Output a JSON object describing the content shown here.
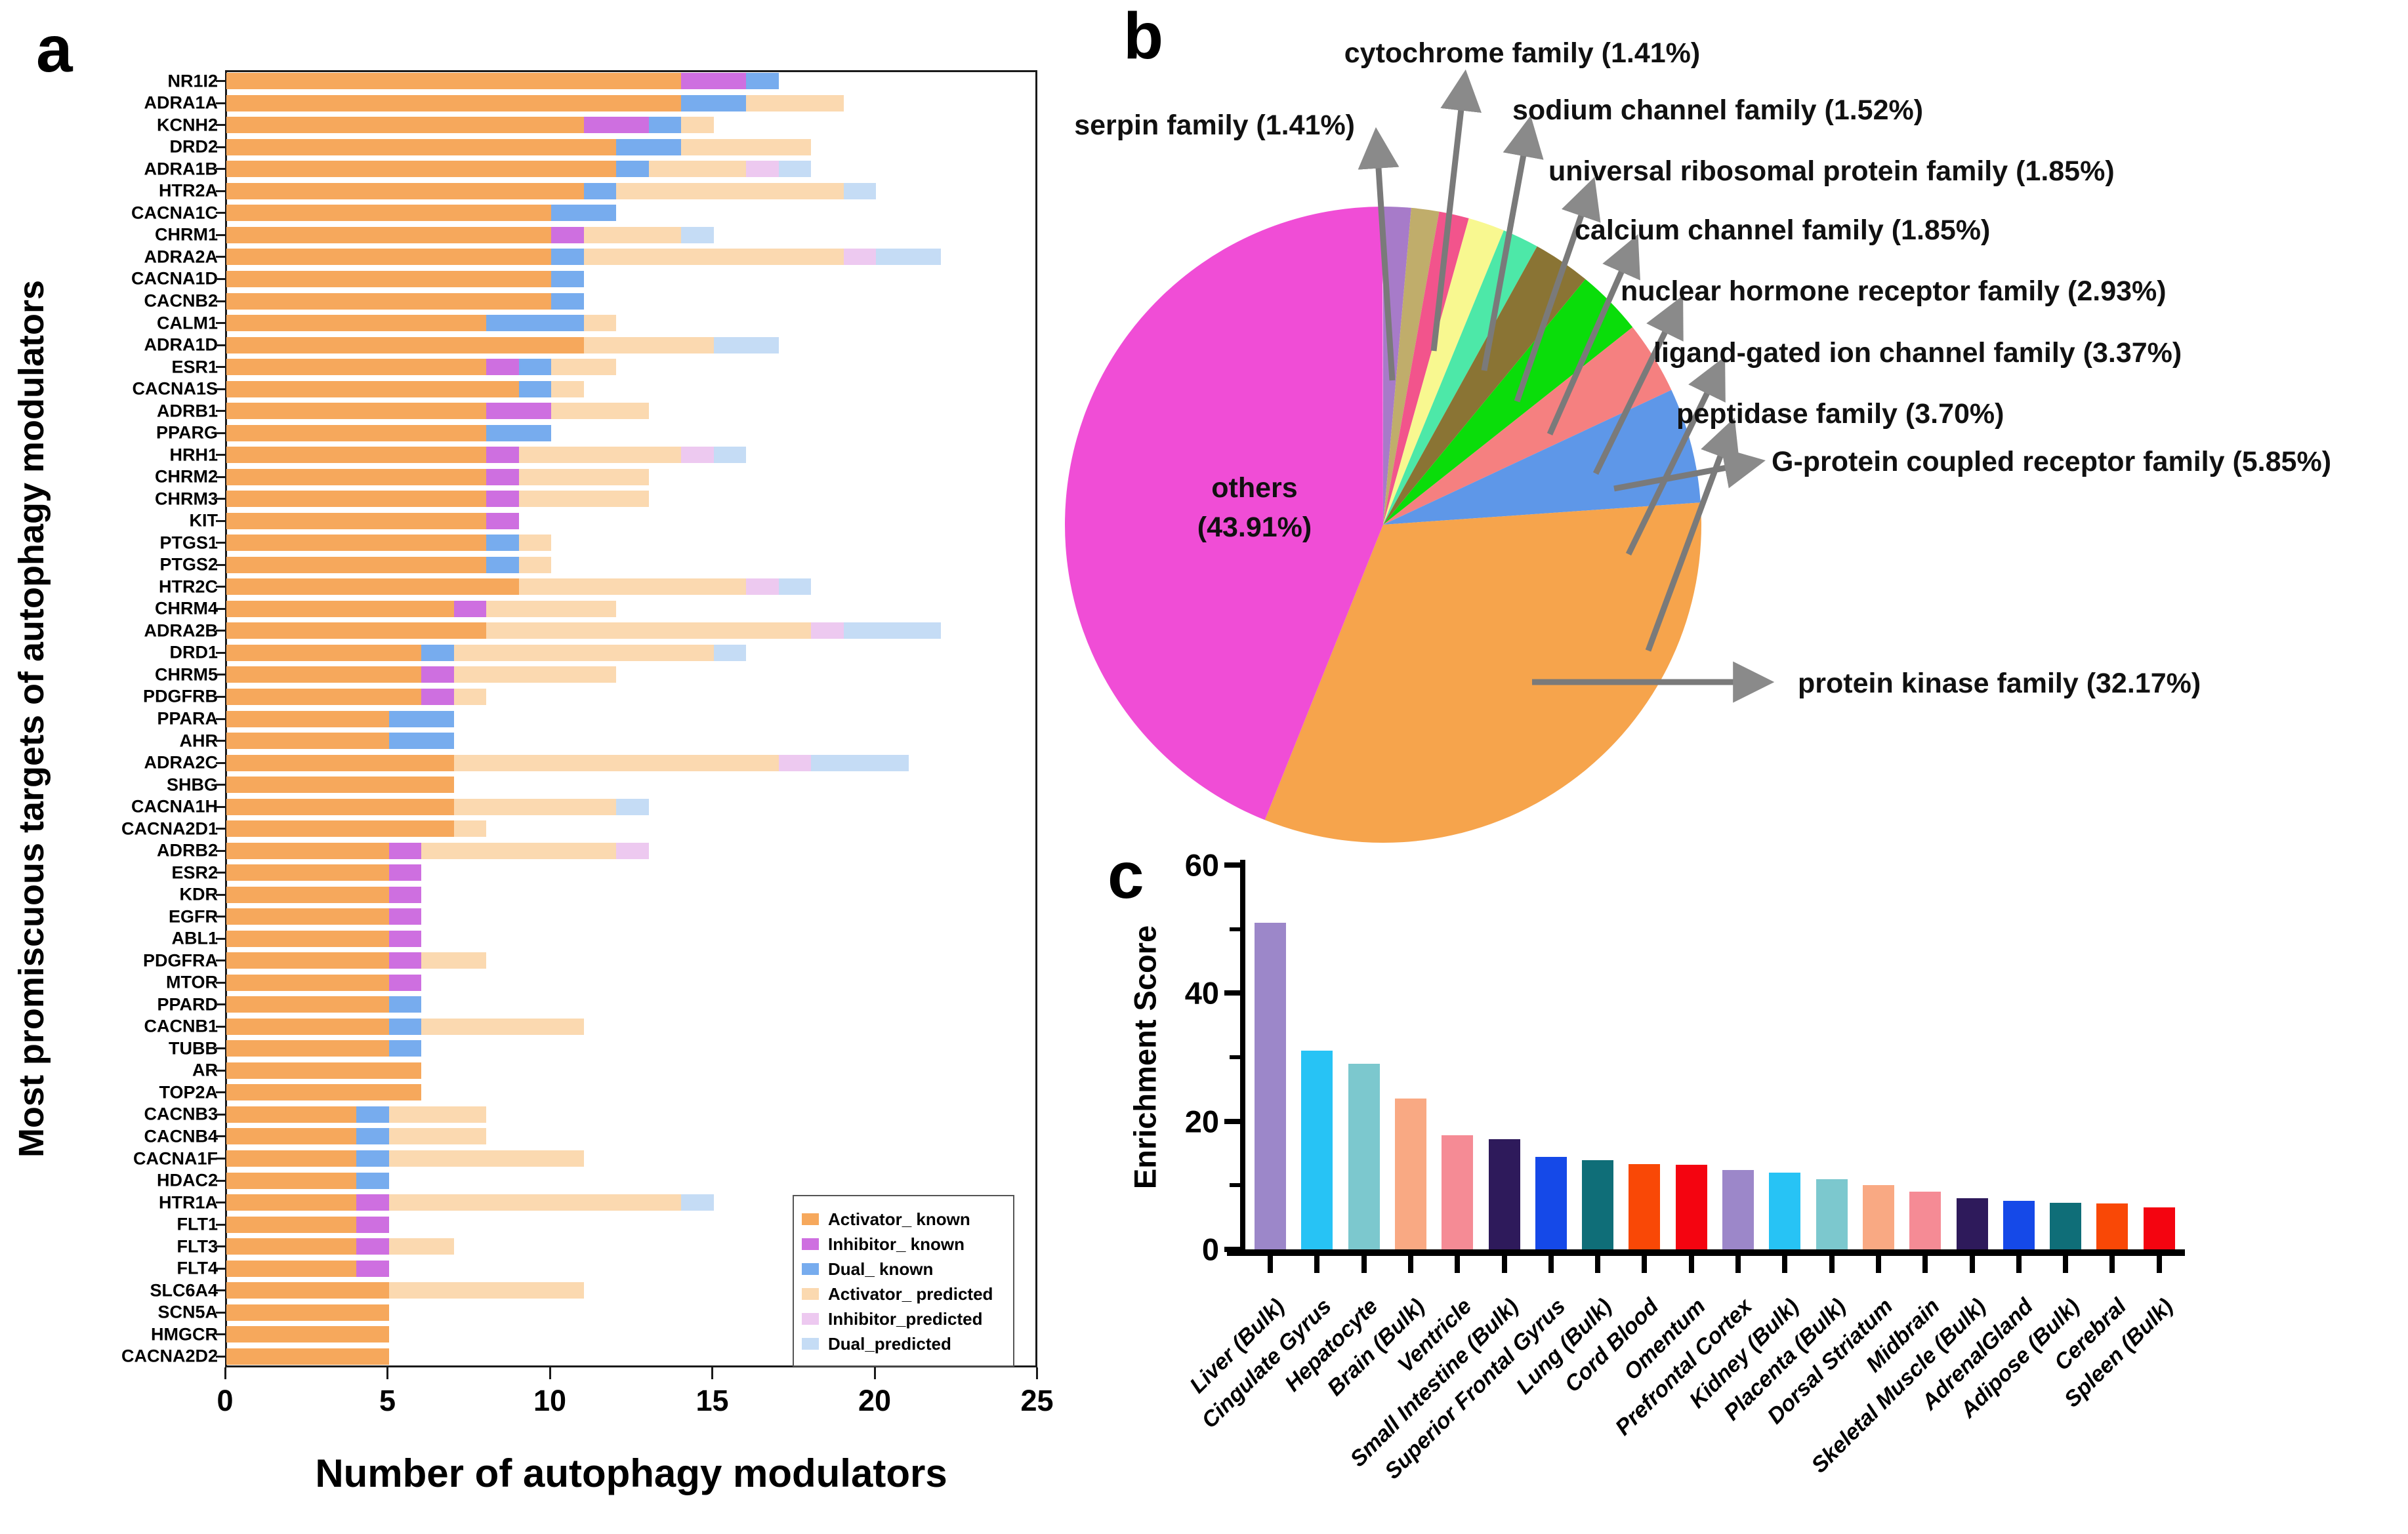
{
  "panel_letters": {
    "a": "a",
    "b": "b",
    "c": "c"
  },
  "colors": {
    "activator_known": "#f6a85c",
    "inhibitor_known": "#ce6fe0",
    "dual_known": "#77acee",
    "activator_predicted": "#fbd9b0",
    "inhibitor_predicted": "#edc9f0",
    "dual_predicted": "#c5dcf5",
    "axis": "#1a1a1a",
    "arrow_gray": "#6f6f6f"
  },
  "chart_data": [
    {
      "id": "a",
      "type": "bar",
      "orientation": "horizontal-stacked",
      "xlabel": "Number of autophagy modulators",
      "ylabel": "Most promiscuous targets of autophagy modulators",
      "xlim": [
        0,
        25
      ],
      "xticks": [
        0,
        5,
        10,
        15,
        20,
        25
      ],
      "grid": false,
      "legend_position": "lower-right-inside",
      "categories": [
        "NR1I2",
        "ADRA1A",
        "KCNH2",
        "DRD2",
        "ADRA1B",
        "HTR2A",
        "CACNA1C",
        "CHRM1",
        "ADRA2A",
        "CACNA1D",
        "CACNB2",
        "CALM1",
        "ADRA1D",
        "ESR1",
        "CACNA1S",
        "ADRB1",
        "PPARG",
        "HRH1",
        "CHRM2",
        "CHRM3",
        "KIT",
        "PTGS1",
        "PTGS2",
        "HTR2C",
        "CHRM4",
        "ADRA2B",
        "DRD1",
        "CHRM5",
        "PDGFRB",
        "PPARA",
        "AHR",
        "ADRA2C",
        "SHBG",
        "CACNA1H",
        "CACNA2D1",
        "ADRB2",
        "ESR2",
        "KDR",
        "EGFR",
        "ABL1",
        "PDGFRA",
        "MTOR",
        "PPARD",
        "CACNB1",
        "TUBB",
        "AR",
        "TOP2A",
        "CACNB3",
        "CACNB4",
        "CACNA1F",
        "HDAC2",
        "HTR1A",
        "FLT1",
        "FLT3",
        "FLT4",
        "SLC6A4",
        "SCN5A",
        "HMGCR",
        "CACNA2D2"
      ],
      "series": [
        {
          "name": "Activator_ known",
          "color": "#f6a85c",
          "values": [
            14,
            14,
            11,
            12,
            12,
            11,
            10,
            10,
            10,
            10,
            10,
            8,
            11,
            8,
            9,
            8,
            8,
            8,
            8,
            8,
            8,
            8,
            8,
            9,
            7,
            8,
            6,
            6,
            6,
            5,
            5,
            7,
            7,
            7,
            7,
            5,
            5,
            5,
            5,
            5,
            5,
            5,
            5,
            5,
            5,
            6,
            6,
            4,
            4,
            4,
            4,
            4,
            4,
            4,
            4,
            5,
            5,
            5,
            5
          ]
        },
        {
          "name": "Inhibitor_ known",
          "color": "#ce6fe0",
          "values": [
            2,
            0,
            2,
            0,
            0,
            0,
            0,
            1,
            0,
            0,
            0,
            0,
            0,
            1,
            0,
            2,
            0,
            1,
            1,
            1,
            1,
            0,
            0,
            0,
            1,
            0,
            0,
            1,
            1,
            0,
            0,
            0,
            0,
            0,
            0,
            1,
            1,
            1,
            1,
            1,
            1,
            1,
            0,
            0,
            0,
            0,
            0,
            0,
            0,
            0,
            0,
            1,
            1,
            1,
            1,
            0,
            0,
            0,
            0
          ]
        },
        {
          "name": "Dual_ known",
          "color": "#77acee",
          "values": [
            1,
            2,
            1,
            2,
            1,
            1,
            2,
            0,
            1,
            1,
            1,
            3,
            0,
            1,
            1,
            0,
            2,
            0,
            0,
            0,
            0,
            1,
            1,
            0,
            0,
            0,
            1,
            0,
            0,
            2,
            2,
            0,
            0,
            0,
            0,
            0,
            0,
            0,
            0,
            0,
            0,
            0,
            1,
            1,
            1,
            0,
            0,
            1,
            1,
            1,
            1,
            0,
            0,
            0,
            0,
            0,
            0,
            0,
            0
          ]
        },
        {
          "name": "Activator_ predicted",
          "color": "#fbd9b0",
          "values": [
            0,
            3,
            1,
            4,
            3,
            7,
            0,
            3,
            8,
            0,
            0,
            1,
            4,
            2,
            1,
            3,
            0,
            5,
            4,
            4,
            0,
            1,
            1,
            7,
            4,
            10,
            8,
            5,
            1,
            0,
            0,
            10,
            0,
            5,
            1,
            6,
            0,
            0,
            0,
            0,
            2,
            0,
            0,
            5,
            0,
            0,
            0,
            3,
            3,
            6,
            0,
            9,
            0,
            2,
            0,
            6,
            0,
            0,
            0
          ]
        },
        {
          "name": "Inhibitor_predicted",
          "color": "#edc9f0",
          "values": [
            0,
            0,
            0,
            0,
            1,
            0,
            0,
            0,
            1,
            0,
            0,
            0,
            0,
            0,
            0,
            0,
            0,
            1,
            0,
            0,
            0,
            0,
            0,
            1,
            0,
            1,
            0,
            0,
            0,
            0,
            0,
            1,
            0,
            0,
            0,
            1,
            0,
            0,
            0,
            0,
            0,
            0,
            0,
            0,
            0,
            0,
            0,
            0,
            0,
            0,
            0,
            0,
            0,
            0,
            0,
            0,
            0,
            0,
            0
          ]
        },
        {
          "name": "Dual_predicted",
          "color": "#c5dcf5",
          "values": [
            0,
            0,
            0,
            0,
            1,
            1,
            0,
            1,
            2,
            0,
            0,
            0,
            2,
            0,
            0,
            0,
            0,
            1,
            0,
            0,
            0,
            0,
            0,
            1,
            0,
            3,
            1,
            0,
            0,
            0,
            0,
            3,
            0,
            1,
            0,
            0,
            0,
            0,
            0,
            0,
            0,
            0,
            0,
            0,
            0,
            0,
            0,
            0,
            0,
            0,
            0,
            1,
            0,
            0,
            0,
            0,
            0,
            0,
            0
          ]
        }
      ],
      "legend_labels": [
        "Activator_ known",
        "Inhibitor_ known",
        "Dual_ known",
        "Activator_ predicted",
        "Inhibitor_predicted",
        "Dual_predicted"
      ]
    },
    {
      "id": "b",
      "type": "pie",
      "start_angle": "12-oclock",
      "direction": "clockwise",
      "slices": [
        {
          "label": "serpin family (1.41%)",
          "value": 1.41,
          "color": "#a77bc9"
        },
        {
          "label": "cytochrome family (1.41%)",
          "value": 1.41,
          "color": "#c0ad6b"
        },
        {
          "label": "sodium channel family (1.52%)",
          "value": 1.52,
          "color": "#f2548c"
        },
        {
          "label": "universal ribosomal protein family (1.85%)",
          "value": 1.85,
          "color": "#f8f890"
        },
        {
          "label": "calcium channel family (1.85%)",
          "value": 1.85,
          "color": "#4de8a8"
        },
        {
          "label": "nuclear hormone receptor family (2.93%)",
          "value": 2.93,
          "color": "#8a7434"
        },
        {
          "label": "ligand-gated ion channel family (3.37%)",
          "value": 3.37,
          "color": "#0add0a"
        },
        {
          "label": "peptidase family (3.70%)",
          "value": 3.7,
          "color": "#f58080"
        },
        {
          "label": "G-protein coupled receptor family (5.85%)",
          "value": 5.85,
          "color": "#5e97e8"
        },
        {
          "label": "protein kinase family (32.17%)",
          "value": 32.17,
          "color": "#f6a44c"
        },
        {
          "label": "others (43.91%)",
          "value": 43.91,
          "color": "#f04dd6",
          "label_lines": [
            "others",
            "(43.91%)"
          ]
        }
      ]
    },
    {
      "id": "c",
      "type": "bar",
      "ylabel": "Enrichment Score",
      "ylim": [
        0,
        60
      ],
      "yticks": [
        0,
        20,
        40,
        60
      ],
      "minor_yticks": [
        10,
        30,
        50
      ],
      "categories": [
        "Liver (Bulk)",
        "Cingulate Gyrus",
        "Hepatocyte",
        "Brain (Bulk)",
        "Ventricle",
        "Small Intestine (Bulk)",
        "Superior Frontal Gyrus",
        "Lung (Bulk)",
        "Cord Blood",
        "Omentum",
        "Prefrontal Cortex",
        "Kidney (Bulk)",
        "Placenta (Bulk)",
        "Dorsal Striatum",
        "Midbrain",
        "Skeletal Muscle (Bulk)",
        "AdrenalGland",
        "Adipose (Bulk)",
        "Cerebral",
        "Spleen (Bulk)"
      ],
      "values": [
        51,
        31,
        29,
        23.5,
        17.8,
        17.2,
        14.4,
        13.9,
        13.3,
        13.2,
        12.4,
        12,
        11,
        10,
        9,
        8,
        7.6,
        7.3,
        7.2,
        6.6
      ],
      "bar_colors": [
        "#9c87c9",
        "#27c3f5",
        "#7cc8ce",
        "#f9a983",
        "#f58b95",
        "#2e1a5b",
        "#1549e8",
        "#0f6e78",
        "#f94806",
        "#f40410"
      ]
    }
  ]
}
